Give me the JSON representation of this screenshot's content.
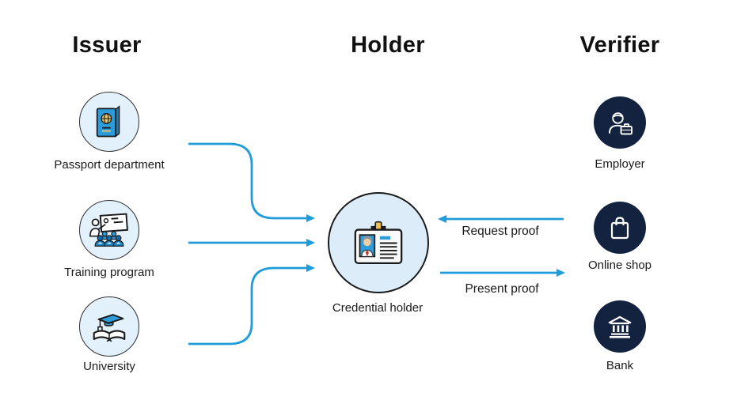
{
  "diagram": {
    "columns": {
      "issuer": {
        "title": "Issuer"
      },
      "holder": {
        "title": "Holder"
      },
      "verifier": {
        "title": "Verifier"
      }
    },
    "issuers": [
      {
        "label": "Passport department",
        "icon": "passport-icon"
      },
      {
        "label": "Training program",
        "icon": "training-presentation-icon"
      },
      {
        "label": "University",
        "icon": "graduation-cap-book-icon"
      }
    ],
    "holder_node": {
      "label": "Credential holder",
      "icon": "id-card-icon"
    },
    "verifiers": [
      {
        "label": "Employer",
        "icon": "employee-briefcase-icon"
      },
      {
        "label": "Online shop",
        "icon": "shopping-bag-icon"
      },
      {
        "label": "Bank",
        "icon": "bank-building-icon"
      }
    ],
    "flows": [
      {
        "label": "Request proof",
        "direction": "verifier-to-holder"
      },
      {
        "label": "Present proof",
        "direction": "holder-to-verifier"
      }
    ],
    "colors": {
      "arrow": "#1f9cd9",
      "issuer_circle_fill": "#e2f1fb",
      "holder_circle_fill": "#dcedf9",
      "verifier_circle_fill": "#13233f",
      "icon_blue": "#2d9cdb",
      "icon_yellow": "#e8c468",
      "text": "#1a1a1a"
    }
  }
}
